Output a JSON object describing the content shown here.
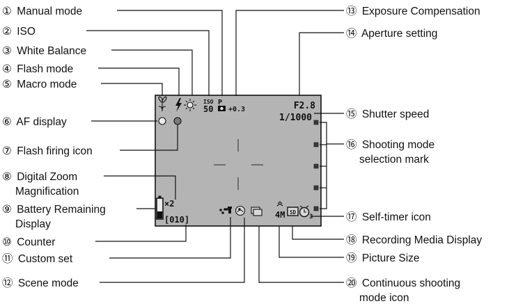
{
  "callouts": [
    {
      "num": "①",
      "text": "Manual mode"
    },
    {
      "num": "②",
      "text": "ISO"
    },
    {
      "num": "③",
      "text": "White Balance"
    },
    {
      "num": "④",
      "text": "Flash mode"
    },
    {
      "num": "⑤",
      "text": "Macro mode"
    },
    {
      "num": "⑥",
      "text": "AF display"
    },
    {
      "num": "⑦",
      "text": "Flash firing icon"
    },
    {
      "num": "⑧",
      "text": "Digital Zoom",
      "text2": "Magnification"
    },
    {
      "num": "⑨",
      "text": "Battery Remaining",
      "text2": "Display"
    },
    {
      "num": "⑩",
      "text": "Counter"
    },
    {
      "num": "⑪",
      "text": "Custom set"
    },
    {
      "num": "⑫",
      "text": "Scene mode"
    },
    {
      "num": "⑬",
      "text": "Exposure Compensation"
    },
    {
      "num": "⑭",
      "text": "Aperture setting"
    },
    {
      "num": "⑮",
      "text": "Shutter speed"
    },
    {
      "num": "⑯",
      "text": "Shooting mode",
      "text2": "selection mark"
    },
    {
      "num": "⑰",
      "text": "Self-timer icon"
    },
    {
      "num": "⑱",
      "text": "Recording Media Display"
    },
    {
      "num": "⑲",
      "text": "Picture Size"
    },
    {
      "num": "⑳",
      "text": "Continuous shooting",
      "text2": "mode icon"
    }
  ],
  "screen": {
    "background": "#b4b4b4",
    "aperture": "F2.8",
    "shutter": "1/1000",
    "iso_label": "ISO",
    "iso_value": "50",
    "exposure": "+0.3",
    "zoom": "×2",
    "counter": "[010]",
    "size": "4M",
    "media": "SD",
    "timer_sub": "3",
    "manual_mark": "P"
  }
}
